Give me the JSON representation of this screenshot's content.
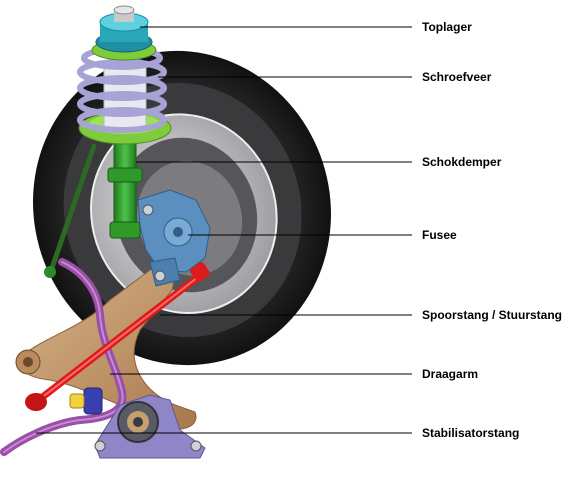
{
  "diagram": {
    "labels": [
      {
        "id": "toplager",
        "text": "Toplager"
      },
      {
        "id": "schroefveer",
        "text": "Schroefveer"
      },
      {
        "id": "schokdemper",
        "text": "Schokdemper"
      },
      {
        "id": "fusee",
        "text": "Fusee"
      },
      {
        "id": "spoorstang",
        "text": "Spoorstang / Stuurstang"
      },
      {
        "id": "draagarm",
        "text": "Draagarm"
      },
      {
        "id": "stabilisatorstang",
        "text": "Stabilisatorstang"
      }
    ]
  },
  "colors": {
    "tire": "#1e1e20",
    "rim": "#c9c9cc",
    "toplager": "#29a6b8",
    "schroefveer": "#a8a3d6",
    "spring_seat": "#7fcc3a",
    "schokdemper": "#2f9a2a",
    "fusee": "#5a8fbf",
    "spoorstang": "#dd1b1b",
    "draagarm": "#c49a6c",
    "stabilisatorstang": "#9a4fa8",
    "bracket": "#8f86c8"
  }
}
